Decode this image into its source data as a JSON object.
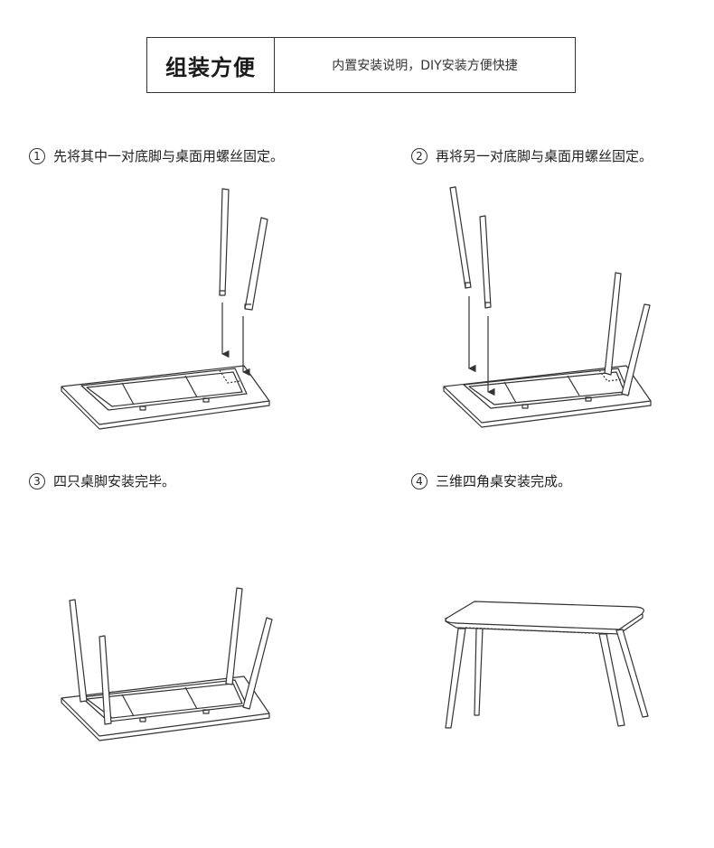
{
  "header": {
    "title": "组装方便",
    "subtitle": "内置安装说明，DIY安装方便快捷"
  },
  "steps": [
    {
      "number": "1",
      "text": "先将其中一对底脚与桌面用螺丝固定。"
    },
    {
      "number": "2",
      "text": "再将另一对底脚与桌面用螺丝固定。"
    },
    {
      "number": "3",
      "text": "四只桌脚安装完毕。"
    },
    {
      "number": "4",
      "text": "三维四角桌安装完成。"
    }
  ],
  "colors": {
    "line": "#333333",
    "fill": "#ffffff",
    "background": "#ffffff"
  }
}
